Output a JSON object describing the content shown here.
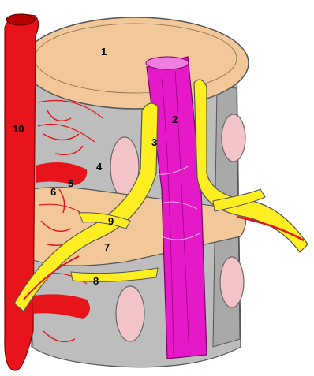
{
  "figure": {
    "labels": [
      {
        "id": "1",
        "text": "1"
      },
      {
        "id": "2",
        "text": "2"
      },
      {
        "id": "3",
        "text": "3"
      },
      {
        "id": "4",
        "text": "4"
      },
      {
        "id": "5",
        "text": "5"
      },
      {
        "id": "6",
        "text": "6"
      },
      {
        "id": "7",
        "text": "7"
      },
      {
        "id": "8",
        "text": "8"
      },
      {
        "id": "9",
        "text": "9"
      },
      {
        "id": "10",
        "text": "10"
      }
    ]
  },
  "colors": {
    "disc": "#f2c79a",
    "vertebra": "#bdbdbd",
    "vertebra_shadow": "#9e9e9e",
    "artery": "#e8141b",
    "cord": "#e619c8",
    "nerve": "#ffee22",
    "facet": "#f2c4c8"
  }
}
